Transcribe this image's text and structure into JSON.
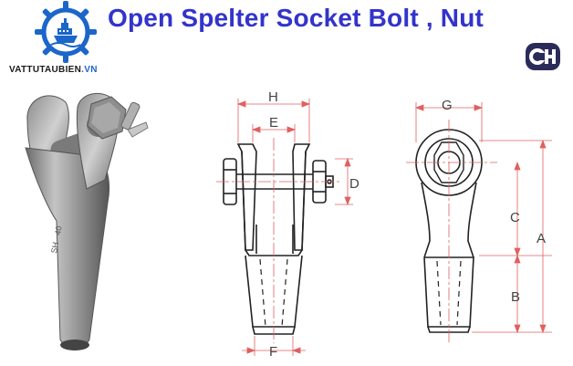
{
  "header": {
    "title": "Open Spelter Socket Bolt , Nut",
    "brand_name": "VATTUTAUBIEN",
    "brand_domain": ".VN"
  },
  "labels": {
    "h": "H",
    "e": "E",
    "d": "D",
    "f": "F",
    "g": "G",
    "c": "C",
    "a": "A",
    "b": "B"
  },
  "photo_markings": {
    "line1": "40",
    "line2": "SH"
  },
  "colors": {
    "title": "#3333cc",
    "logo_blue": "#1b66c9",
    "dimension_red": "#e06060",
    "drawing_line": "#222222"
  },
  "icons": {
    "brand_logo": "ship-wheel-logo-icon",
    "maker_logo": "crosby-logo-icon"
  }
}
